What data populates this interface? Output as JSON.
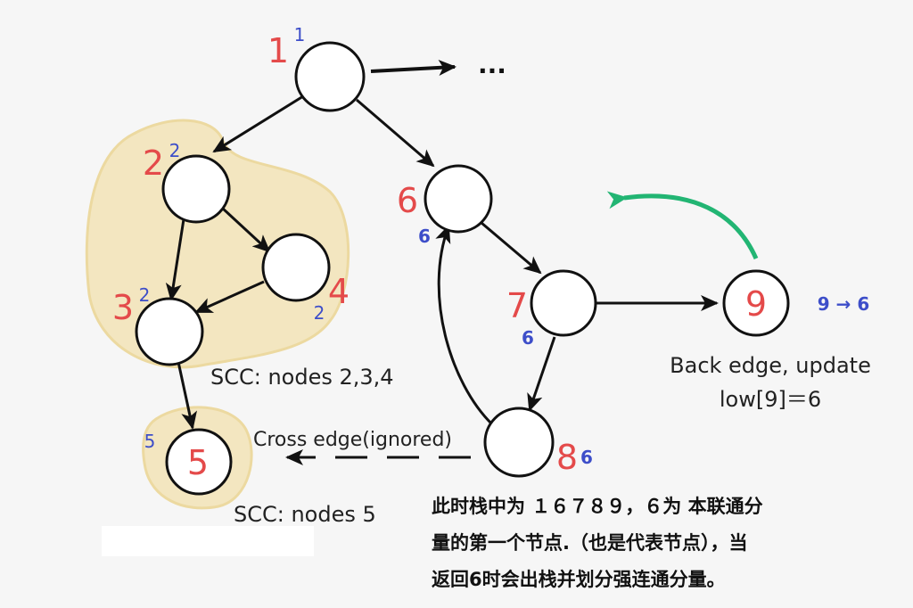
{
  "nodes": [
    {
      "id": "1",
      "label": "1",
      "low": "1"
    },
    {
      "id": "2",
      "label": "2",
      "low": "2"
    },
    {
      "id": "3",
      "label": "3",
      "low": "2"
    },
    {
      "id": "4",
      "label": "4",
      "low": "2"
    },
    {
      "id": "5",
      "label": "5",
      "low": "5",
      "inner": "5"
    },
    {
      "id": "6",
      "label": "6",
      "low": "6"
    },
    {
      "id": "7",
      "label": "7",
      "low": "6"
    },
    {
      "id": "8",
      "label": "8",
      "low": "6"
    },
    {
      "id": "9",
      "label": "9",
      "inner": "9",
      "update": "9 → 6"
    }
  ],
  "ellipsis": "...",
  "captions": {
    "scc_234": "SCC: nodes 2,3,4",
    "scc_5": "SCC: nodes 5",
    "cross_edge": "Cross edge(ignored)",
    "back_edge_line1": "Back edge, update",
    "back_edge_line2": "low[9]＝6"
  },
  "note": [
    "此时栈中为 １６７８９，６为 本联通分",
    "量的第一个节点.（也是代表节点），当",
    "返回6时会出栈并划分强连通分量。"
  ],
  "colors": {
    "red": "#e44a4a",
    "blue": "#3d4ec9",
    "green_arrow": "#22b573",
    "scc_fill": "#f3e6c0",
    "scc_stroke": "#ecd9a0"
  }
}
